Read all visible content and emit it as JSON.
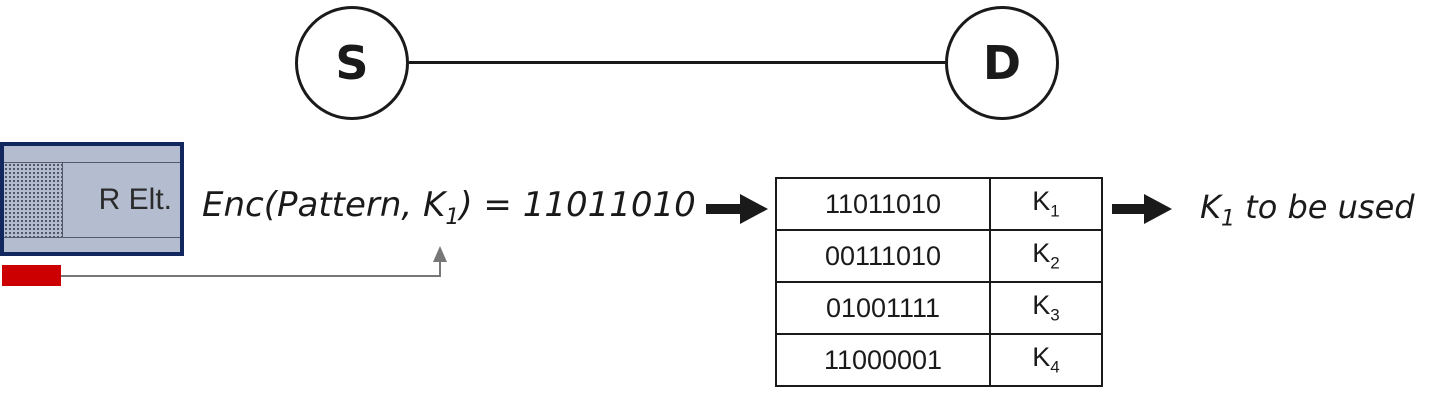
{
  "nodes": {
    "source": "S",
    "destination": "D"
  },
  "element": {
    "label": "R Elt."
  },
  "equation": {
    "prefix": "Enc(Pattern, K",
    "key_subscript": "1",
    "suffix": ") = 11011010"
  },
  "key_table": {
    "rows": [
      {
        "pattern": "11011010",
        "key": "K",
        "key_subscript": "1"
      },
      {
        "pattern": "00111010",
        "key": "K",
        "key_subscript": "2"
      },
      {
        "pattern": "01001111",
        "key": "K",
        "key_subscript": "3"
      },
      {
        "pattern": "11000001",
        "key": "K",
        "key_subscript": "4"
      }
    ]
  },
  "result": {
    "key": "K",
    "key_subscript": "1",
    "text": " to be used"
  },
  "colors": {
    "element_border": "#12275e",
    "element_fill": "#b4bdd0",
    "marker": "#cc0000",
    "feedback_line": "#777777"
  }
}
